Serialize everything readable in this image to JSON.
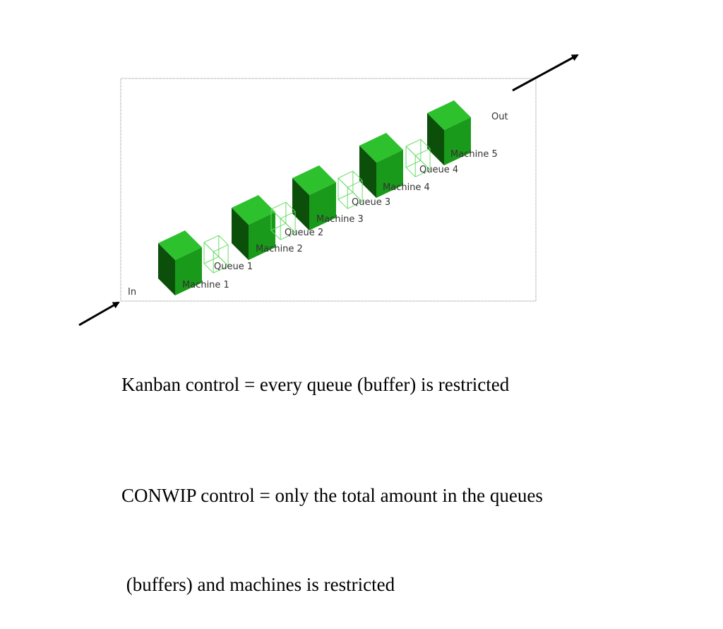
{
  "diagram": {
    "in_label": "In",
    "out_label": "Out",
    "machines": [
      {
        "label": "Machine 1"
      },
      {
        "label": "Machine 2"
      },
      {
        "label": "Machine 3"
      },
      {
        "label": "Machine 4"
      },
      {
        "label": "Machine 5"
      }
    ],
    "queues": [
      {
        "label": "Queue 1"
      },
      {
        "label": "Queue 2"
      },
      {
        "label": "Queue 3"
      },
      {
        "label": "Queue 4"
      }
    ],
    "colors": {
      "machine_front": "#1a9a1a",
      "machine_top": "#2ec12e",
      "machine_side": "#0b4f0b",
      "queue_wire": "#66dd66",
      "frame_border": "#888888",
      "arrow": "#000000"
    }
  },
  "captions": {
    "kanban": "Kanban control = every queue (buffer) is restricted",
    "conwip_line1": "CONWIP control = only the total amount in the queues",
    "conwip_line2": " (buffers) and machines is restricted"
  }
}
